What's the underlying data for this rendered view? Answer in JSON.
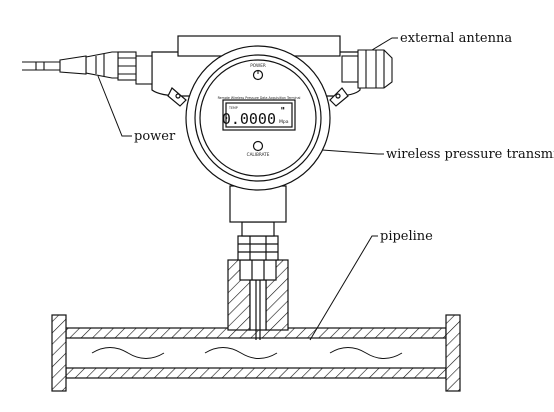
{
  "labels": {
    "external_antenna": "external antenna",
    "power": "power",
    "wireless_pressure_transmitter": "wireless pressure transmitter",
    "pipeline": "pipeline"
  },
  "display": {
    "power_button": "POWER",
    "header": "Remote Wireless Pressure Data Acquisition Terminal",
    "left_tag": "TEMP",
    "reading": "0.0000",
    "unit": "Mpa",
    "calibrate_button": "CALIBRATE"
  },
  "colors": {
    "ink": "#111111",
    "background": "#ffffff"
  }
}
